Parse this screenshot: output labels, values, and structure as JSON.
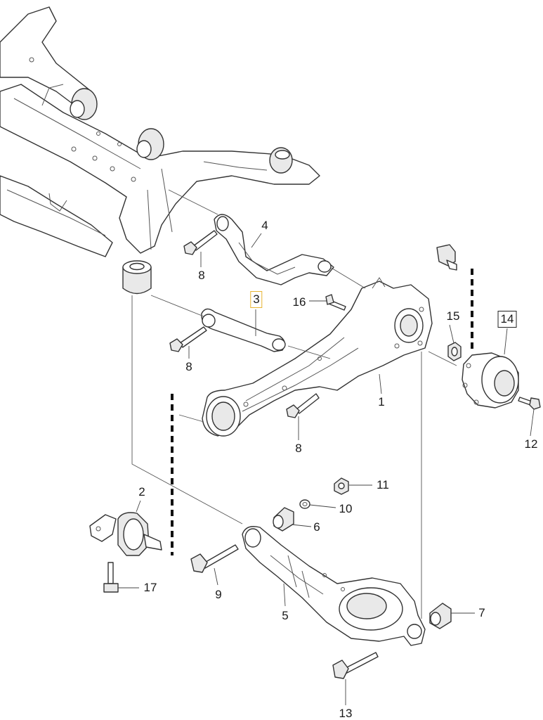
{
  "diagram": {
    "callouts": [
      {
        "id": "part-1",
        "label": "1",
        "style": "plain"
      },
      {
        "id": "part-2",
        "label": "2",
        "style": "plain"
      },
      {
        "id": "part-3",
        "label": "3",
        "style": "highlighted"
      },
      {
        "id": "part-4",
        "label": "4",
        "style": "plain"
      },
      {
        "id": "part-5",
        "label": "5",
        "style": "plain"
      },
      {
        "id": "part-6",
        "label": "6",
        "style": "plain"
      },
      {
        "id": "part-7",
        "label": "7",
        "style": "plain"
      },
      {
        "id": "part-8a",
        "label": "8",
        "style": "plain"
      },
      {
        "id": "part-8b",
        "label": "8",
        "style": "plain"
      },
      {
        "id": "part-8c",
        "label": "8",
        "style": "plain"
      },
      {
        "id": "part-9",
        "label": "9",
        "style": "plain"
      },
      {
        "id": "part-10",
        "label": "10",
        "style": "plain"
      },
      {
        "id": "part-11",
        "label": "11",
        "style": "plain"
      },
      {
        "id": "part-12",
        "label": "12",
        "style": "plain"
      },
      {
        "id": "part-13",
        "label": "13",
        "style": "plain"
      },
      {
        "id": "part-14",
        "label": "14",
        "style": "boxed"
      },
      {
        "id": "part-15",
        "label": "15",
        "style": "plain"
      },
      {
        "id": "part-16",
        "label": "16",
        "style": "plain"
      },
      {
        "id": "part-17",
        "label": "17",
        "style": "plain"
      }
    ],
    "colors": {
      "line": "#333333",
      "fill": "#ffffff",
      "shade": "#e9e9e9",
      "highlight_box": "#e8b531"
    }
  }
}
